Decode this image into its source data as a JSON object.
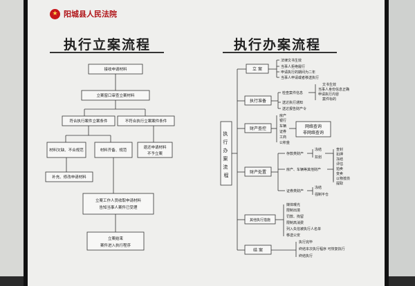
{
  "header": {
    "court_name": "阳城县人民法院"
  },
  "left": {
    "title": "执行立案流程",
    "nodes": {
      "receive": "接收申请材料",
      "review": "立案窗口审查立案材料",
      "meets": "符合执行案件立案条件",
      "not_meets": "不符合执行立案案件条件",
      "incomplete": "材料欠缺、不合规范",
      "complete": "材料齐备、规范",
      "return_line1": "退还申请材料",
      "return_line2": "不予立案",
      "supplement": "补充、修改申请材料",
      "register_line1": "立案工作人员收取申请材料",
      "register_line2": "告知当事人案件已受理",
      "end_line1": "立案结束",
      "end_line2": "案件进入执行程序"
    }
  },
  "right": {
    "title": "执行办案流程",
    "root": "执行办案流程",
    "stages": {
      "filing": "立 案",
      "prep": "执行准备",
      "inquiry": "财产查控",
      "disposal": "财产处置",
      "other": "其他执行措施",
      "close": "结 案"
    },
    "filing_items": [
      "法律文书生效",
      "当事人拒绝履行",
      "申请执行的期间为二年",
      "当事人申请或者移送执行"
    ],
    "prep_items": [
      "检查案件信息",
      "送达执行通知",
      "送达报告财产令"
    ],
    "prep_sub": [
      "文书生效",
      "当事人身份信息正确",
      "申请执行内容",
      "案件标的"
    ],
    "inquiry_items": [
      "房产",
      "银行",
      "车辆",
      "证券",
      "工商",
      "公积金"
    ],
    "inquiry_result": [
      "网络查询",
      "非网络查询"
    ],
    "disposal_groups": [
      "存款类财产",
      "房产、车辆等其他财产",
      "证券类财产"
    ],
    "deposit_actions": [
      "冻结",
      "扣划"
    ],
    "auction_steps": [
      "查封",
      "扣押",
      "冻结",
      "评估",
      "拍卖",
      "变卖",
      "以物抵债",
      "提取"
    ],
    "securities_actions": [
      "冻结",
      "强制平仓"
    ],
    "other_items": [
      "媒体曝光",
      "限制出境",
      "罚款、拘留",
      "限制高消费",
      "列入失信被执行人名单",
      "移送公安"
    ],
    "close_items": [
      "执行完毕",
      "终结本次执行程序 可恢复执行",
      "终结执行"
    ]
  }
}
